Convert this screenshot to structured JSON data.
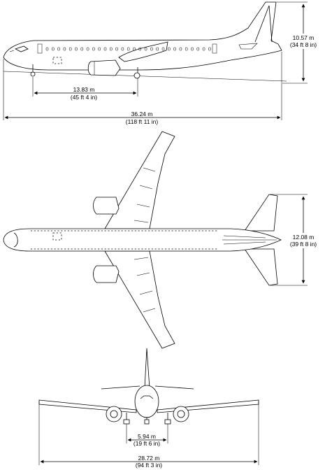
{
  "side_view": {
    "height": {
      "metric": "10.57 m",
      "imperial": "(34 ft 8 in)"
    },
    "wheelbase": {
      "metric": "13.83 m",
      "imperial": "(45 ft 4 in)"
    },
    "length": {
      "metric": "36.24 m",
      "imperial": "(118 ft 11 in)"
    }
  },
  "top_view": {
    "tail_span": {
      "metric": "12.08 m",
      "imperial": "(39 ft 8 in)"
    }
  },
  "front_view": {
    "track": {
      "metric": "5.94 m",
      "imperial": "(19 ft 6 in)"
    },
    "wingspan": {
      "metric": "28.72 m",
      "imperial": "(94 ft 3 in)"
    }
  }
}
